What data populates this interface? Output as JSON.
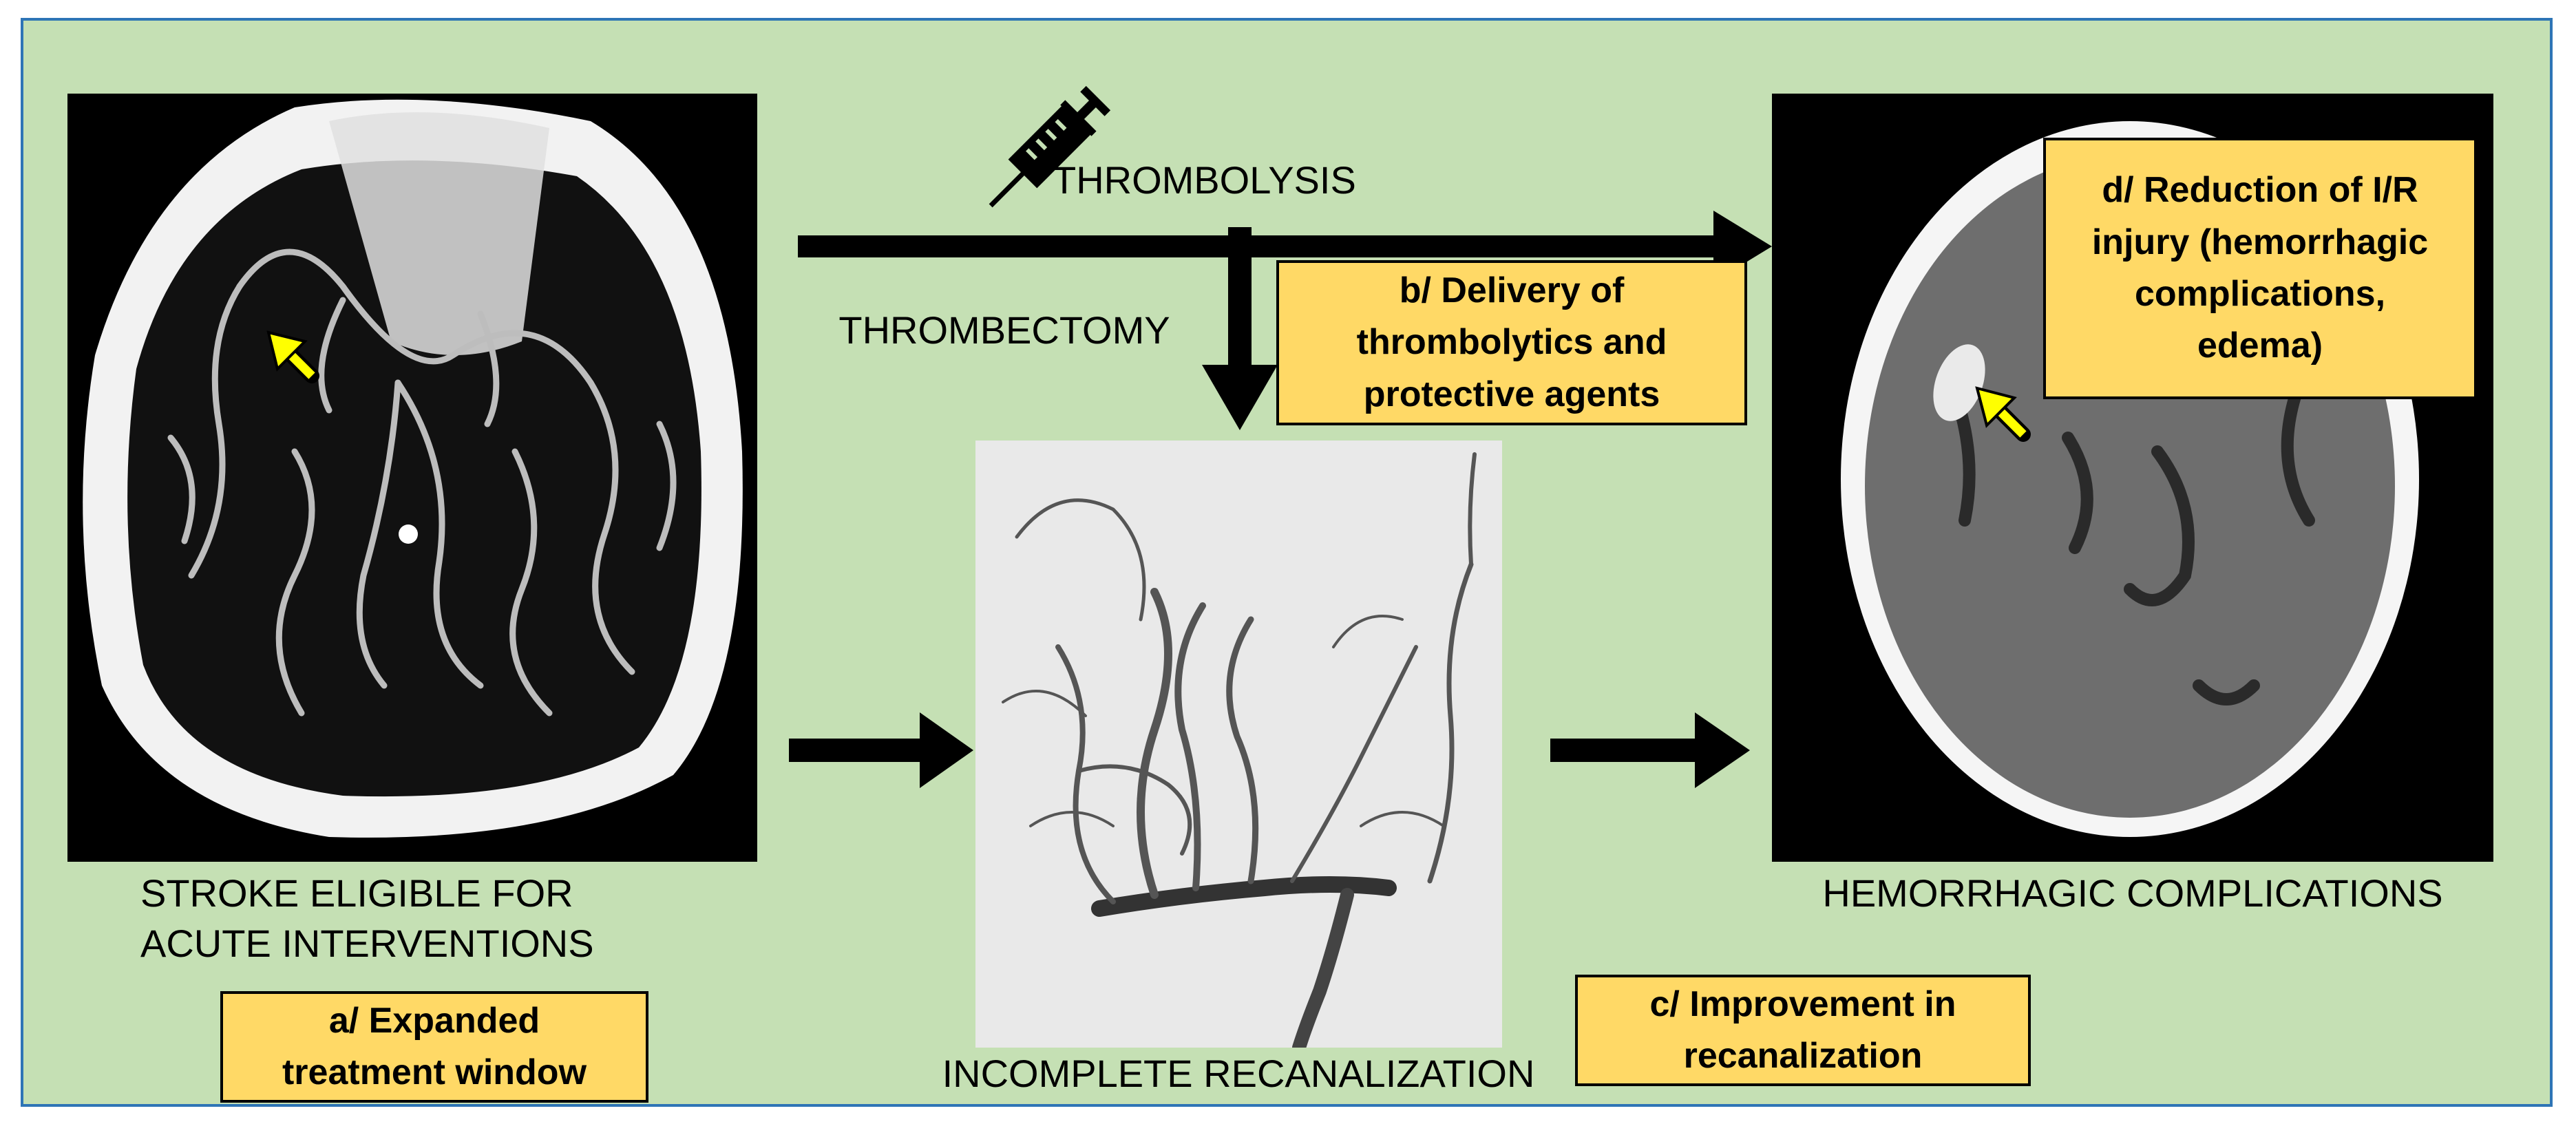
{
  "labels": {
    "thrombolysis": "THROMBOLYSIS",
    "thrombectomy": "THROMBECTOMY",
    "stroke_line1": "STROKE ELIGIBLE FOR",
    "stroke_line2": "ACUTE INTERVENTIONS",
    "incomplete": "INCOMPLETE RECANALIZATION",
    "hemorrhagic": "HEMORRHAGIC COMPLICATIONS"
  },
  "callouts": {
    "a_line1": "a/ Expanded",
    "a_line2": "treatment window",
    "b_line1": "b/ Delivery of",
    "b_line2": "thrombolytics and",
    "b_line3": "protective agents",
    "c_line1": "c/ Improvement in",
    "c_line2": "recanalization",
    "d_line1": "d/ Reduction of I/R",
    "d_line2": "injury (hemorrhagic",
    "d_line3": "complications,",
    "d_line4": "edema)"
  },
  "colors": {
    "background": "#c5e0b4",
    "border": "#2e75b6",
    "callout_fill": "#ffd966",
    "pointer_arrow": "#ffff00"
  },
  "icons": [
    "syringe-icon"
  ]
}
